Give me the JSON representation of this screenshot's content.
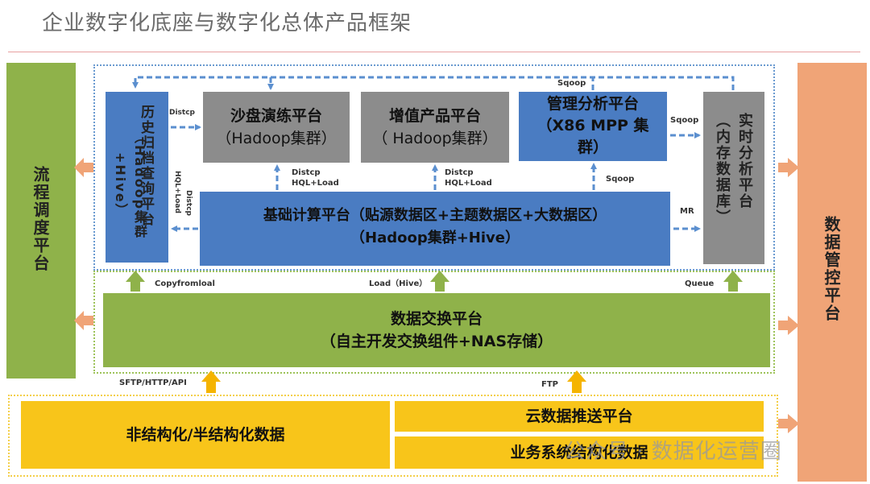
{
  "title": "企业数字化底座与数字化总体产品框架",
  "side": {
    "left": "流程调度平台",
    "right": "数据管控平台"
  },
  "boxes": {
    "archive": "历史归档查询平台",
    "archive_sub": "（Hadoop集群+Hive）",
    "sandbox_line1": "沙盘演练平台",
    "sandbox_line2": "（Hadoop集群）",
    "value_line1": "增值产品平台",
    "value_line2": "（ Hadoop集群）",
    "mgmt_line1": "管理分析平台",
    "mgmt_line2": "（X86 MPP 集",
    "mgmt_line3": "群）",
    "realtime": "实时分析平台",
    "realtime_sub": "（内存数据库）",
    "base_line1": "基础计算平台（贴源数据区+主题数据区+大数据区）",
    "base_line2": "（Hadoop集群+Hive）",
    "exchange_line1": "数据交换平台",
    "exchange_line2": "（自主开发交换组件+NAS存储）",
    "unstructured": "非结构化/半结构化数据",
    "cloud_push": "云数据推送平台",
    "biz_structured": "业务系统结构化数据"
  },
  "labels": {
    "sqoop_top": "Sqoop",
    "distcp_small": "Distcp",
    "distcp_vert": "Distcp",
    "hql_vert": "HQL+Load",
    "distcp1": "Distcp",
    "hql1": "HQL+Load",
    "distcp2": "Distcp",
    "hql2": "HQL+Load",
    "sqoop_mid": "Sqoop",
    "sqoop_right": "Sqoop",
    "mr": "MR",
    "copyfrom": "Copyfromloal",
    "load_hive": "Load（Hive）",
    "queue": "Queue",
    "sftp": "SFTP/HTTP/API",
    "ftp": "FTP"
  },
  "watermark": "公众号 · 数据化运营圈",
  "colors": {
    "blue": "#4a7cc2",
    "gray": "#8c8c8c",
    "green": "#8fb24a",
    "orange": "#f0a477",
    "yellow": "#f8c51a",
    "yellow_arrow": "#f5b400",
    "dash_arrow": "#5b8fcf"
  }
}
